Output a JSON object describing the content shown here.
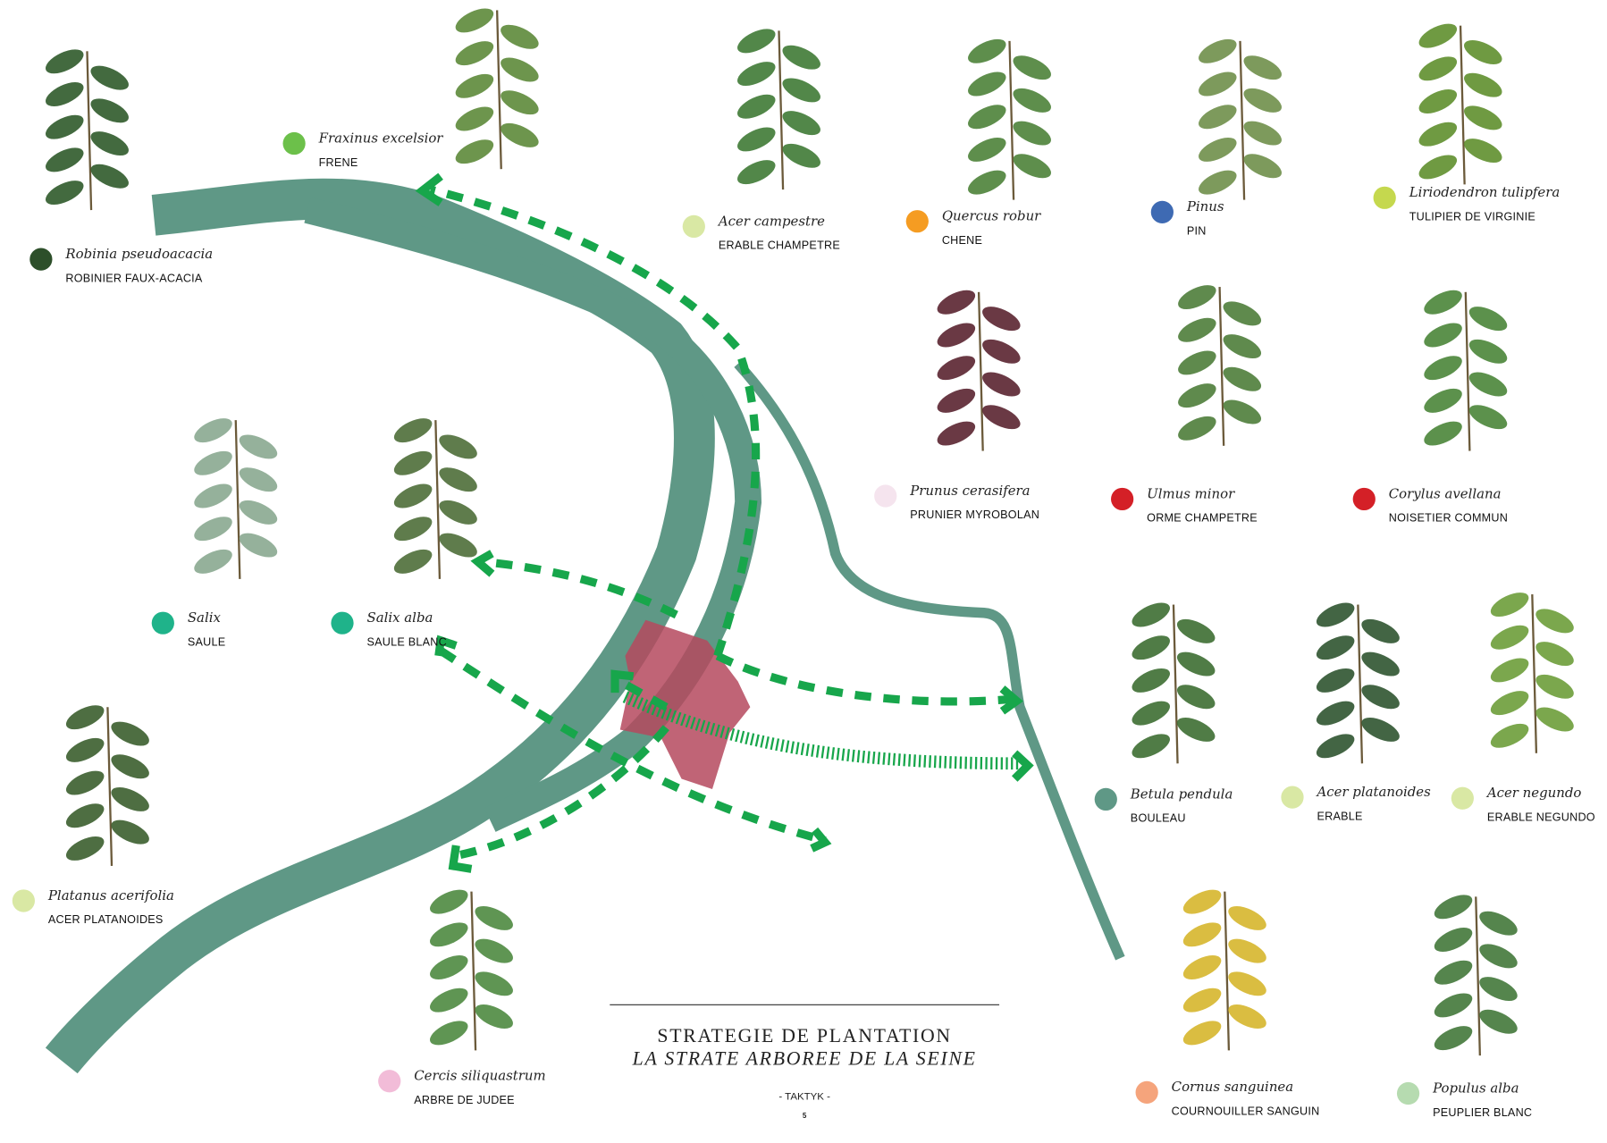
{
  "title": {
    "line1": "STRATEGIE DE PLANTATION",
    "line2": "LA STRATE ARBOREE DE LA SEINE",
    "author": "- TAKTYK -",
    "page_number": "5"
  },
  "colors": {
    "river": "#5f9886",
    "arrows": "#17a64b",
    "site": "#b5495e"
  },
  "species": [
    {
      "latin": "Robinia pseudoacacia",
      "common": "ROBINIER FAUX-ACACIA",
      "color": "#2d4f2a"
    },
    {
      "latin": "Fraxinus excelsior",
      "common": "FRENE",
      "color": "#6cc04a"
    },
    {
      "latin": "Acer campestre",
      "common": "ERABLE CHAMPETRE",
      "color": "#d9e8a4"
    },
    {
      "latin": "Quercus robur",
      "common": "CHENE",
      "color": "#f59c22"
    },
    {
      "latin": "Pinus",
      "common": "PIN",
      "color": "#3e6ab3"
    },
    {
      "latin": "Liriodendron tulipfera",
      "common": "TULIPIER DE VIRGINIE",
      "color": "#c5d84e"
    },
    {
      "latin": "Prunus cerasifera",
      "common": "PRUNIER MYROBOLAN",
      "color": "#f5e4ee"
    },
    {
      "latin": "Ulmus minor",
      "common": "ORME CHAMPETRE",
      "color": "#d42027"
    },
    {
      "latin": "Corylus avellana",
      "common": "NOISETIER COMMUN",
      "color": "#d42027"
    },
    {
      "latin": "Salix",
      "common": "SAULE",
      "color": "#1fb38a"
    },
    {
      "latin": "Salix alba",
      "common": "SAULE BLANC",
      "color": "#1fb38a"
    },
    {
      "latin": "Betula pendula",
      "common": "BOULEAU",
      "color": "#5f9886"
    },
    {
      "latin": "Acer platanoides",
      "common": "ERABLE",
      "color": "#d9e8a4"
    },
    {
      "latin": "Acer negundo",
      "common": "ERABLE NEGUNDO",
      "color": "#d9e8a4"
    },
    {
      "latin": "Platanus acerifolia",
      "common": "ACER PLATANOIDES",
      "color": "#d9e8a4"
    },
    {
      "latin": "Cercis siliquastrum",
      "common": "ARBRE DE JUDEE",
      "color": "#f2bcd8"
    },
    {
      "latin": "Cornus sanguinea",
      "common": "COURNOUILLER SANGUIN",
      "color": "#f5a47c"
    },
    {
      "latin": "Populus alba",
      "common": "PEUPLIER BLANC",
      "color": "#b6dbb0"
    }
  ]
}
